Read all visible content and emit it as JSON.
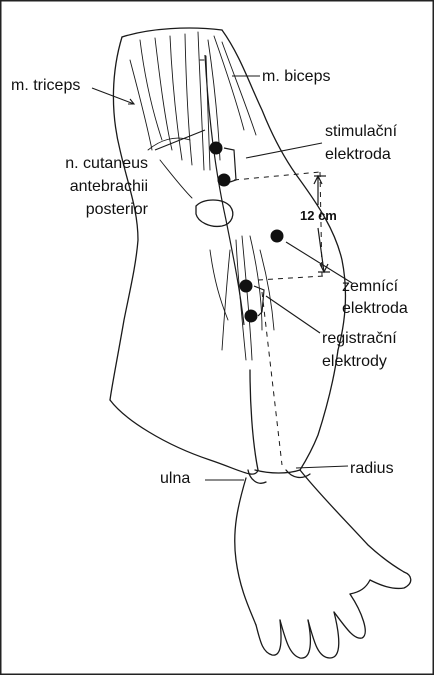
{
  "labels": {
    "triceps": "m. triceps",
    "biceps": "m. biceps",
    "nerve_line1": "n. cutaneus",
    "nerve_line2": "antebrachii",
    "nerve_line3": "posterior",
    "stim_line1": "stimulační",
    "stim_line2": "elektroda",
    "distance": "12 cm",
    "ground_line1": "zemnící",
    "ground_line2": "elektroda",
    "rec_line1": "registrační",
    "rec_line2": "elektrody",
    "ulna": "ulna",
    "radius": "radius"
  },
  "colors": {
    "line": "#1a1a1a",
    "electrode": "#111111",
    "frame": "#222222",
    "background": "#ffffff"
  }
}
